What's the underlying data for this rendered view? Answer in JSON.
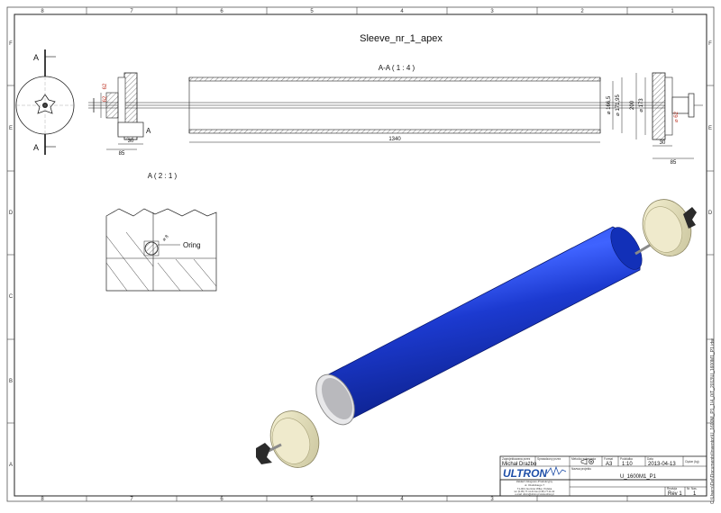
{
  "drawing": {
    "title": "Sleeve_nr_1_apex",
    "section_view_label": "A-A ( 1 : 4 )",
    "detail_view_label": "A ( 2 : 1 )",
    "section_marker": "A",
    "oring_label": "Oring",
    "file_path": "C:\\Users\\Del\\Documents\\Inventor\\U_1600M_P1_1\\4_0\\T_2013\\U_1600M1_P1.idw"
  },
  "zones": {
    "columns": [
      "8",
      "7",
      "6",
      "5",
      "4",
      "3",
      "2",
      "1"
    ],
    "rows": [
      "F",
      "E",
      "D",
      "C",
      "B",
      "A"
    ]
  },
  "dimensions": {
    "left_62_top": "62",
    "left_62_bottom": "62",
    "left_30": "30",
    "left_85": "85",
    "length_1340": "1340",
    "dia_inner": "⌀ 166,5",
    "dia_outer": "⌀ 171,95",
    "dia_200": "200",
    "dia_173": "⌀ 173",
    "right_62": "⌀ 62",
    "right_30": "30",
    "right_85": "85",
    "detail_r8": "⌀ 8"
  },
  "title_block": {
    "drawn_by_label": "Zaprojektowana przez",
    "drawn_by": "Michał Drażbo",
    "checked_label": "Sprawdzony przez",
    "projection_label": "Metoda rzutowania",
    "format_label": "Format",
    "format": "A3",
    "scale_label": "Podziałka",
    "scale": "1:10",
    "date_label": "Data",
    "date": "2013-04-13",
    "drawing_no": "Ciężar (kg)",
    "part_name_label": "Nazwa projektu",
    "part_name": "U_1600M1_P1",
    "company": "ULTRON",
    "company_line1": "Zakład Usługowo-Produkcyjny",
    "company_line2": "ul. Okulickiego 7",
    "company_line3": "71-001 Gorzów Wlkp. Polska",
    "company_line4": "tel. (0-95) 77-11-01   fax (0-95) 77-11-02",
    "company_line5": "e-mail: ultron@ultron.pl   www.ultron.pl",
    "revision_label": "Rewizja",
    "revision": "Rev 1",
    "sheet_label": "Nr. Nas.",
    "sheet": "1"
  }
}
